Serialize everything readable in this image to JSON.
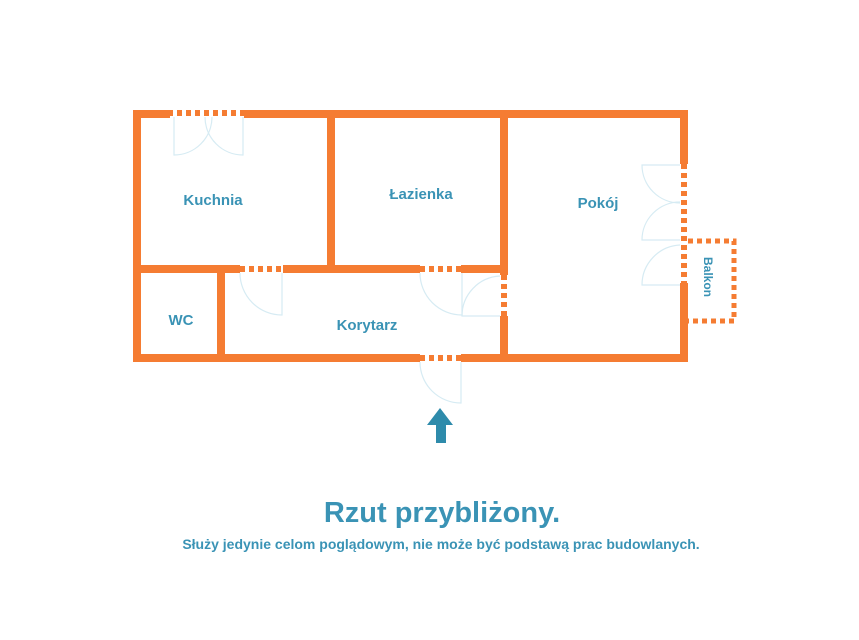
{
  "plan": {
    "labels": {
      "kuchnia": "Kuchnia",
      "lazienka": "Łazienka",
      "pokoj": "Pokój",
      "wc": "WC",
      "korytarz": "Korytarz",
      "balkon": "Balkon"
    },
    "entrance_icon": "arrow-up-icon"
  },
  "caption": {
    "title": "Rzut przybliżony.",
    "subtitle": "Służy jedynie celom poglądowym, nie może być podstawą prac budowlanych."
  },
  "colors": {
    "wall": "#f57c32",
    "text": "#3a93b5",
    "entrance_arrow": "#2e8bab",
    "door_swing": "#d6ebf3",
    "background": "#ffffff"
  }
}
